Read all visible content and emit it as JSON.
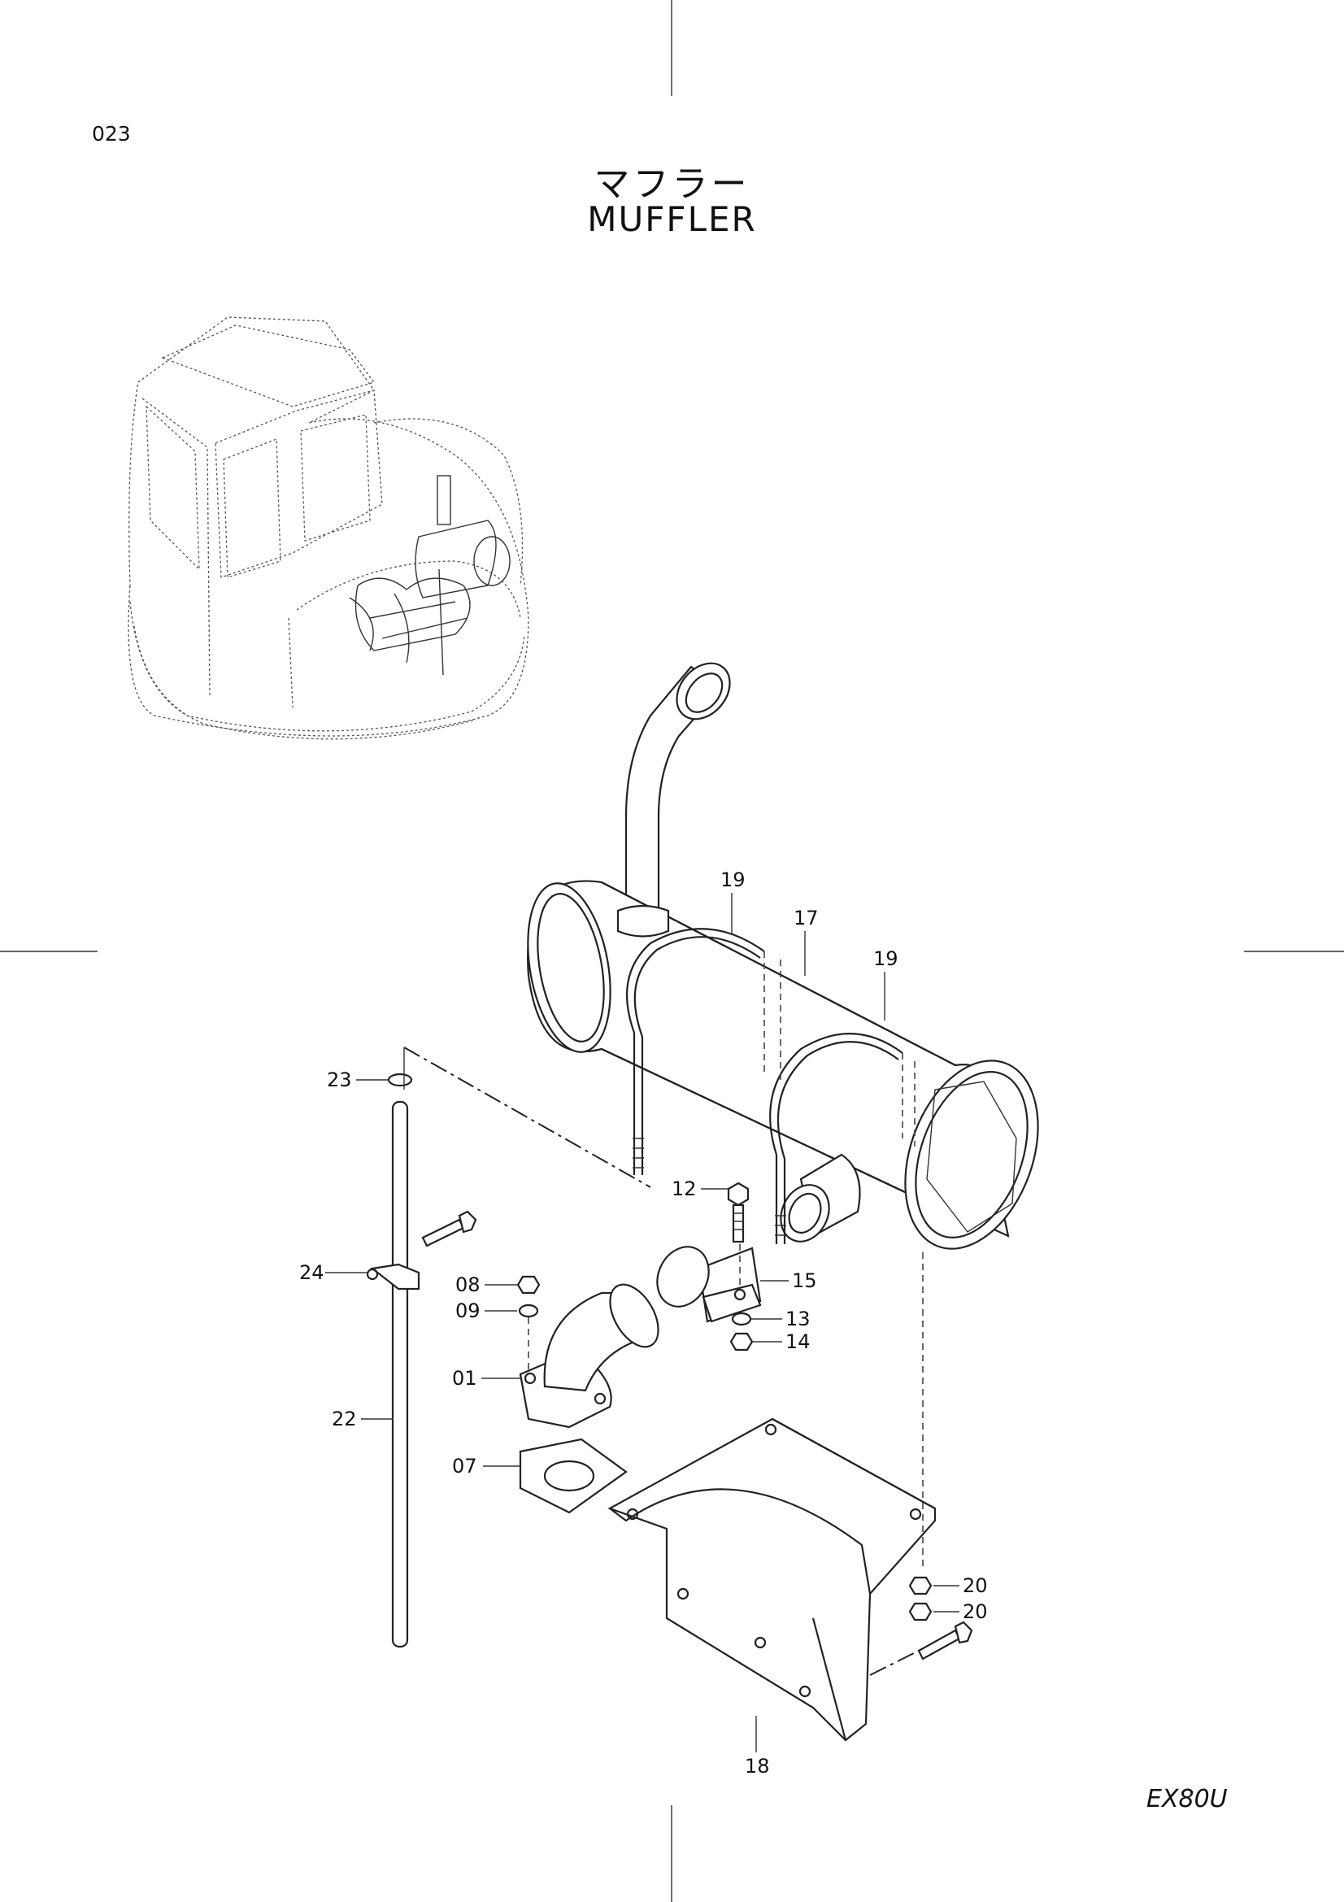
{
  "page": {
    "number": "023",
    "title_jp": "マフラー",
    "title_en": "MUFFLER",
    "model": "EX80U"
  },
  "callouts": {
    "c01": "01",
    "c07": "07",
    "c08": "08",
    "c09": "09",
    "c12": "12",
    "c13": "13",
    "c14": "14",
    "c15": "15",
    "c17": "17",
    "c18": "18",
    "c19a": "19",
    "c19b": "19",
    "c20a": "20",
    "c20b": "20",
    "c22": "22",
    "c23": "23",
    "c24": "24"
  }
}
